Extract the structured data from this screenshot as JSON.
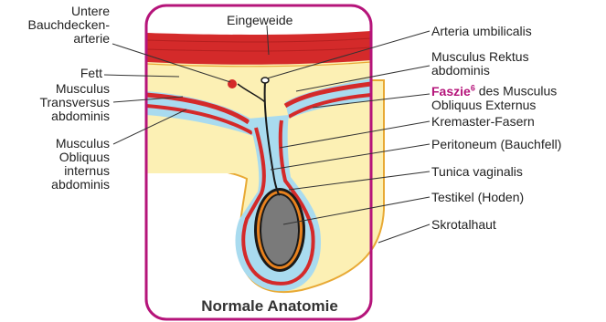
{
  "diagram": {
    "caption": "Normale Anatomie",
    "labels": {
      "untere": [
        "Untere",
        "Bauchdecken-",
        "arterie"
      ],
      "eingeweide": "Eingeweide",
      "fett": "Fett",
      "transversus": [
        "Musculus",
        "Transversus",
        "abdominis"
      ],
      "obliquus_internus": [
        "Musculus",
        "Obliquus",
        "internus",
        "abdominis"
      ],
      "arteria": "Arteria umbilicalis",
      "rektus": [
        "Musculus Rektus",
        "abdominis"
      ],
      "faszie_word": "Faszie",
      "faszie_sup": "6",
      "faszie_rest": " des Musculus",
      "obliquus_externus": "Obliquus Externus",
      "kremaster": "Kremaster-Fasern",
      "peritoneum": "Peritoneum (Bauchfell)",
      "tunica": "Tunica vaginalis",
      "testikel": "Testikel (Hoden)",
      "skrotal": "Skrotalhaut"
    },
    "colors": {
      "frame": "#b5147a",
      "muscle": "#d42a2a",
      "fat": "#fcf0b4",
      "fascia": "#a9dbef",
      "testis": "#7a7a7a",
      "tunica": "#e8821e"
    }
  }
}
